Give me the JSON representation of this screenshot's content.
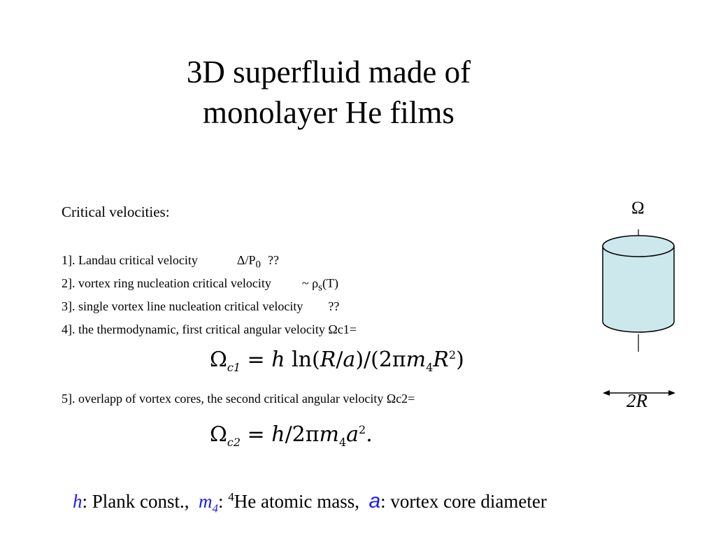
{
  "title": {
    "line1": "3D superfluid made of",
    "line2": "monolayer He films"
  },
  "section_head": "Critical velocities:",
  "items": [
    {
      "text": "1]. Landau critical velocity",
      "suffix_a": "Δ/P",
      "suffix_sub": "0",
      "suffix_b": "??"
    },
    {
      "text": "2]. vortex ring nucleation critical velocity",
      "suffix_a": "~  ρ",
      "suffix_sub": "s",
      "suffix_b": "(T)"
    },
    {
      "text": "3]. single vortex line nucleation critical velocity",
      "suffix_b": "??"
    },
    {
      "text": "4]. the thermodynamic, first critical angular velocity Ωc1="
    },
    {
      "text": "5]. overlapp of vortex cores, the second critical angular velocity Ωc2="
    }
  ],
  "formula1": {
    "lhs": "Ω",
    "lhs_sub": "c1",
    "eq": " = ",
    "h": "h",
    "mid": " ln(",
    "R": "R",
    "slash": "/",
    "a": "a",
    "mid2": ")/(2π",
    "m": "m",
    "m_sub": "4",
    "R2": "R",
    "sup": "2",
    "end": ")"
  },
  "formula2": {
    "lhs": "Ω",
    "lhs_sub": "c2",
    "eq": " = ",
    "h": "h",
    "mid": "/2π",
    "m": "m",
    "m_sub": "4",
    "a": "a",
    "sup": "2",
    "end": "."
  },
  "legend": {
    "h": "h",
    "h_desc": ": Plank const.,",
    "m": "m",
    "m_sub": "4",
    "m_colon": ": ",
    "he_sup": "4",
    "he_desc": "He atomic mass,",
    "a": "a",
    "a_desc": ": vortex core diameter"
  },
  "diagram": {
    "omega_label": "Ω",
    "radius_label": "2R",
    "fill_color": "#cde8ec"
  }
}
